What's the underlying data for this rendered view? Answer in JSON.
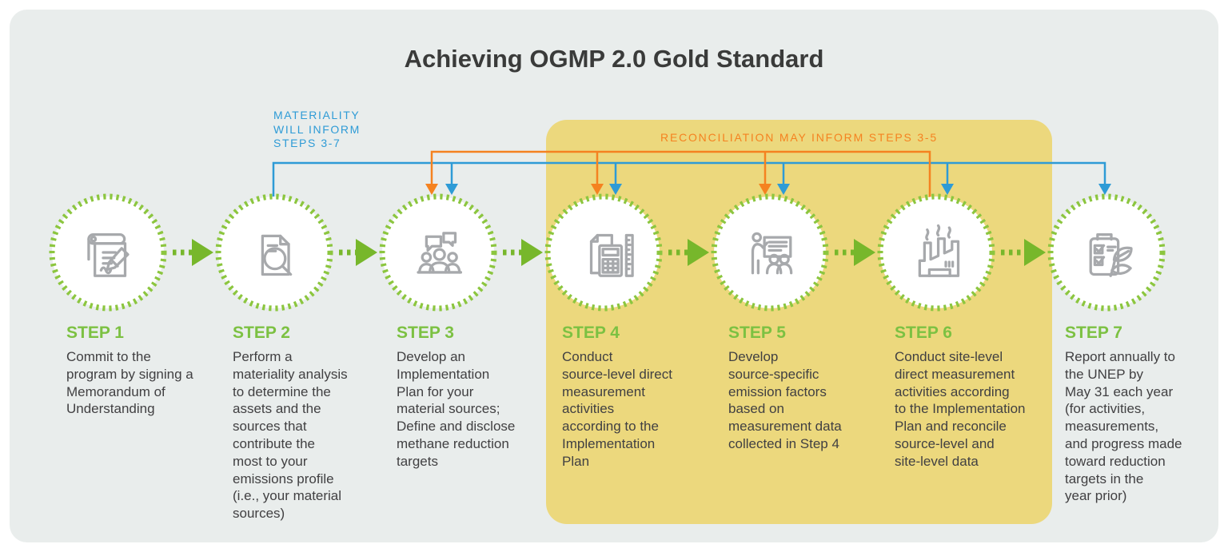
{
  "title": "Achieving OGMP 2.0 Gold Standard",
  "annotations": {
    "materiality": "MATERIALITY\nWILL INFORM\nSTEPS 3-7",
    "reconciliation": "RECONCILIATION MAY INFORM STEPS 3-5"
  },
  "steps": [
    {
      "label": "STEP 1",
      "icon": "signing-document-icon",
      "description": "Commit to the\nprogram by signing a\nMemorandum of\nUnderstanding"
    },
    {
      "label": "STEP 2",
      "icon": "document-magnifier-icon",
      "description": "Perform a\nmateriality analysis\nto determine the\nassets and the\nsources that\ncontribute the\nmost to your\nemissions profile\n(i.e., your material\nsources)"
    },
    {
      "label": "STEP 3",
      "icon": "meeting-discussion-icon",
      "description": "Develop an\nImplementation\nPlan for your\nmaterial sources;\nDefine and disclose\nmethane reduction\ntargets"
    },
    {
      "label": "STEP 4",
      "icon": "calculator-ruler-icon",
      "description": "Conduct\nsource-level direct\nmeasurement\nactivities\naccording to the\nImplementation\nPlan"
    },
    {
      "label": "STEP 5",
      "icon": "presentation-icon",
      "description": "Develop\nsource-specific\nemission factors\nbased on\nmeasurement data\ncollected in Step 4"
    },
    {
      "label": "STEP 6",
      "icon": "factory-icon",
      "description": "Conduct site-level\ndirect measurement\nactivities according\nto the Implementation\nPlan and reconcile\nsource-level and\nsite-level data"
    },
    {
      "label": "STEP 7",
      "icon": "checklist-leaf-icon",
      "description": "Report annually to\nthe UNEP by\nMay 31 each year\n(for activities,\nmeasurements,\nand progress made\ntoward reduction\ntargets in the\nyear prior)"
    }
  ],
  "colors": {
    "accent_green": "#7cc142",
    "arrow_green": "#77b72b",
    "ring_green": "#8cc63f",
    "blue": "#2e9bd6",
    "orange": "#f58220",
    "highlight_yellow": "#ecd87d",
    "panel_background": "#e9edec",
    "body_text": "#414042",
    "icon_gray": "#a7a9ac"
  }
}
